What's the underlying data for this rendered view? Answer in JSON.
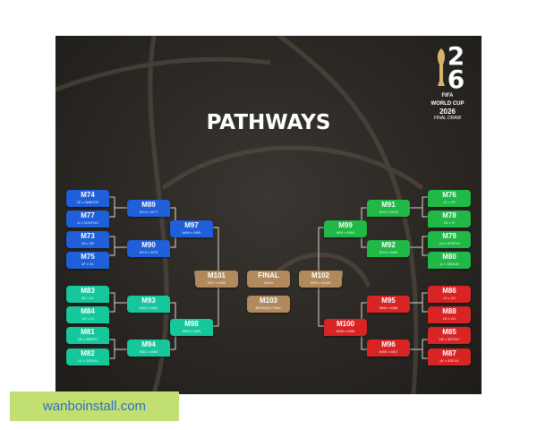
{
  "title": "PATHWAYS",
  "logo": {
    "numeral_top": "2",
    "numeral_bottom": "6",
    "line1": "FIFA",
    "line2": "WORLD CUP",
    "line3": "2026",
    "line4": "FINAL DRAW"
  },
  "colors": {
    "background": "#2b2824",
    "blue": "#1f5fd9",
    "teal": "#17c79c",
    "green": "#20b846",
    "red": "#d82424",
    "gold": "#b08a5c"
  },
  "left": {
    "r32": [
      {
        "code": "M74",
        "sub": "1E v 3ABCDF"
      },
      {
        "code": "M77",
        "sub": "1I v 3CDFGH"
      },
      {
        "code": "M73",
        "sub": "2A v 2B"
      },
      {
        "code": "M75",
        "sub": "1F v 2C"
      },
      {
        "code": "M83",
        "sub": "2K v 2L"
      },
      {
        "code": "M84",
        "sub": "1H v 2J"
      },
      {
        "code": "M81",
        "sub": "1D v 3BEFIJ"
      },
      {
        "code": "M82",
        "sub": "1G v 3AEHIJ"
      }
    ],
    "r16": [
      {
        "code": "M89",
        "sub": "W74 v W77"
      },
      {
        "code": "M90",
        "sub": "W73 v W75"
      },
      {
        "code": "M93",
        "sub": "W83 v W84"
      },
      {
        "code": "M94",
        "sub": "W81 v W82"
      }
    ],
    "qf": [
      {
        "code": "M97",
        "sub": "W89 v W90"
      },
      {
        "code": "M98",
        "sub": "W93 v W94"
      }
    ],
    "sf": {
      "code": "M101",
      "sub": "W97 v W98"
    }
  },
  "right": {
    "r32": [
      {
        "code": "M76",
        "sub": "1C v 2F"
      },
      {
        "code": "M78",
        "sub": "2E v 2I"
      },
      {
        "code": "M79",
        "sub": "1A v 3CEFHI"
      },
      {
        "code": "M80",
        "sub": "1L v 3EHIJK"
      },
      {
        "code": "M86",
        "sub": "1J v 2H"
      },
      {
        "code": "M88",
        "sub": "2D v 2G"
      },
      {
        "code": "M85",
        "sub": "1B v 3EFGIJ"
      },
      {
        "code": "M87",
        "sub": "1K v 3DEIJL"
      }
    ],
    "r16": [
      {
        "code": "M91",
        "sub": "W76 v W78"
      },
      {
        "code": "M92",
        "sub": "W79 v W80"
      },
      {
        "code": "M95",
        "sub": "W86 v W88"
      },
      {
        "code": "M96",
        "sub": "W85 v W87"
      }
    ],
    "qf": [
      {
        "code": "M99",
        "sub": "W91 v W92"
      },
      {
        "code": "M100",
        "sub": "W95 v W96"
      }
    ],
    "sf": {
      "code": "M102",
      "sub": "W99 v W100"
    }
  },
  "final": {
    "code": "FINAL",
    "sub": "M104"
  },
  "third": {
    "code": "M103",
    "sub": "BRONZE FINAL"
  },
  "watermark": "wanboinstall.com"
}
